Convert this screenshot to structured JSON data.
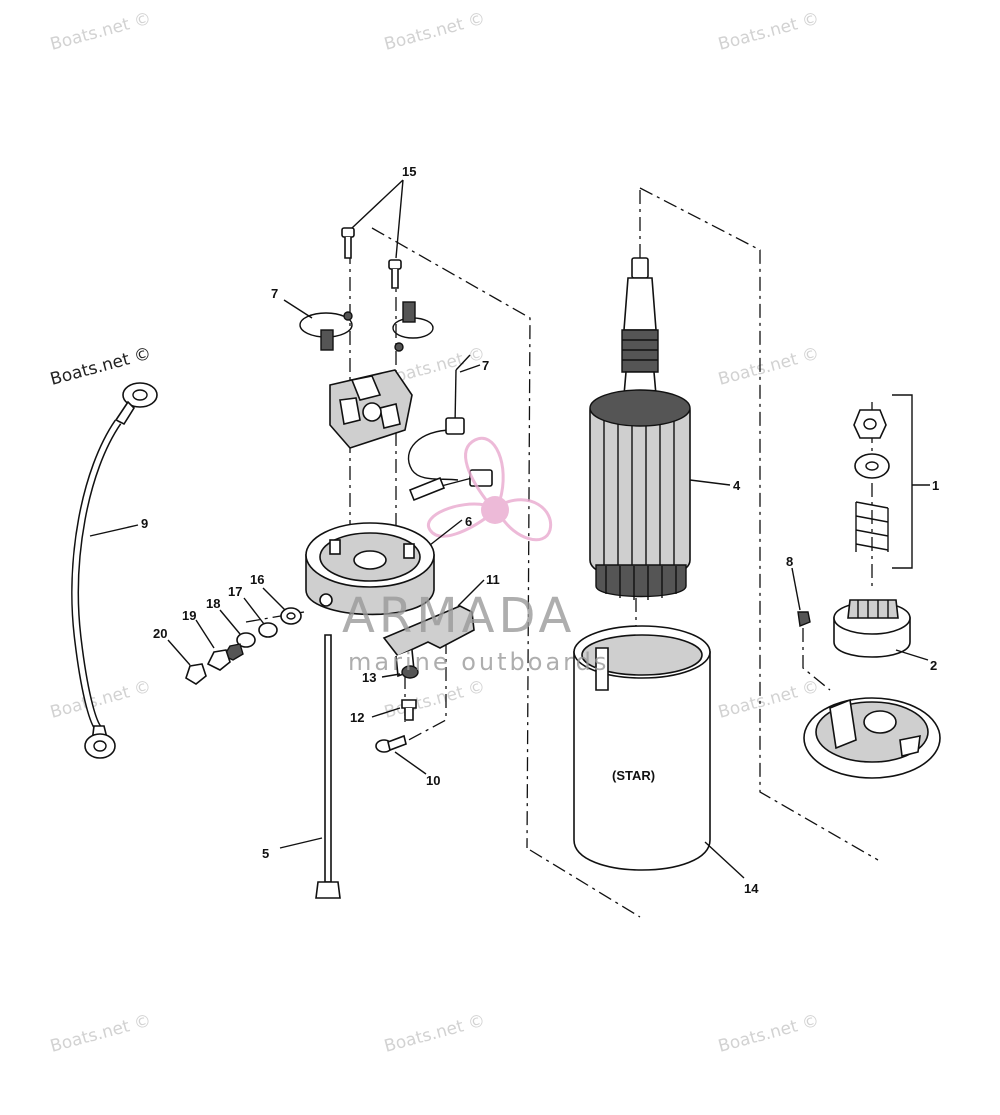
{
  "watermarks": [
    "Boats.net ©",
    "Boats.net ©",
    "Boats.net ©",
    "Boats.net ©",
    "Boats.net ©",
    "Boats.net ©",
    "Boats.net ©",
    "Boats.net ©",
    "Boats.net ©",
    "Boats.net ©",
    "Boats.net ©",
    "Boats.net ©"
  ],
  "brand": {
    "name": "ARMADA",
    "tagline": "marine outboards",
    "logo_color": "#e9a9cf"
  },
  "housing_label": "(STAR)",
  "callouts": [
    "15",
    "7",
    "7",
    "9",
    "6",
    "4",
    "1",
    "8",
    "2",
    "11",
    "16",
    "17",
    "18",
    "19",
    "20",
    "13",
    "12",
    "10",
    "5",
    "14"
  ]
}
